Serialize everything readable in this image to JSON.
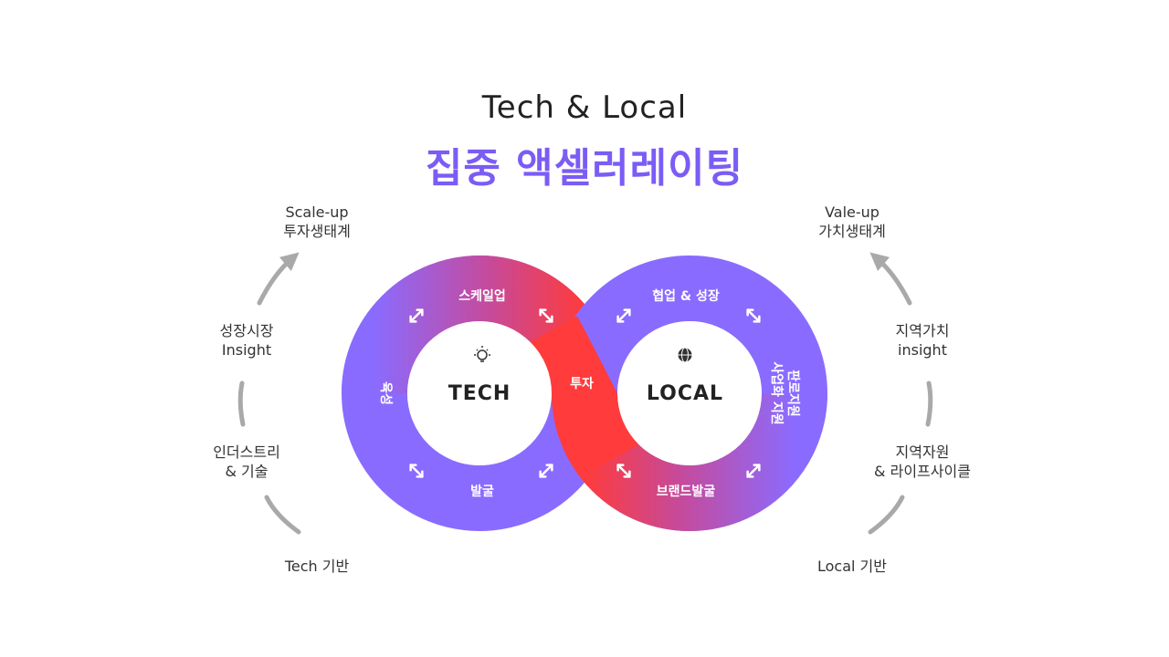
{
  "header": {
    "title": "Tech & Local",
    "subtitle": "집중 액셀러레이팅"
  },
  "left_cycle": {
    "top": [
      "Scale-up",
      "투자생태계"
    ],
    "upper": [
      "성장시장",
      "Insight"
    ],
    "lower": [
      "인더스트리",
      "& 기술"
    ],
    "bottom": "Tech 기반"
  },
  "right_cycle": {
    "top": [
      "Vale-up",
      "가치생태계"
    ],
    "upper": [
      "지역가치",
      "insight"
    ],
    "lower": [
      "지역자원",
      "& 라이프사이클"
    ],
    "bottom": "Local 기반"
  },
  "tech_ring": {
    "core": "TECH",
    "top": "스케일업",
    "left": "육성",
    "bottom": "발굴",
    "icon": "lightbulb-icon"
  },
  "cross": {
    "label": "투자"
  },
  "local_ring": {
    "core": "LOCAL",
    "top": "협업 & 성장",
    "right": [
      "판로지원",
      "사업화 지원"
    ],
    "bottom": "브랜드발굴",
    "icon": "globe-icon"
  },
  "colors": {
    "purple": "#8a6bff",
    "red": "#ff3b3b",
    "accent": "#7b5cf5",
    "arrow_gray": "#a9a9a9"
  }
}
